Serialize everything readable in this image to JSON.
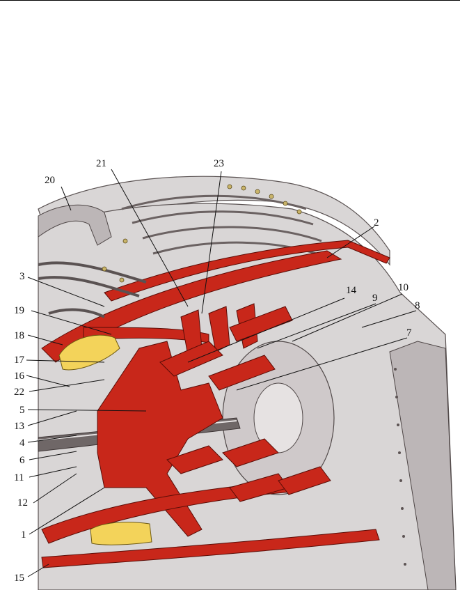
{
  "labels": [
    {
      "id": "1",
      "text": "1"
    },
    {
      "id": "2",
      "text": "2"
    },
    {
      "id": "3",
      "text": "3"
    },
    {
      "id": "4",
      "text": "4"
    },
    {
      "id": "5",
      "text": "5"
    },
    {
      "id": "6",
      "text": "6"
    },
    {
      "id": "7",
      "text": "7"
    },
    {
      "id": "8",
      "text": "8"
    },
    {
      "id": "9",
      "text": "9"
    },
    {
      "id": "10",
      "text": "10"
    },
    {
      "id": "11",
      "text": "11"
    },
    {
      "id": "12",
      "text": "12"
    },
    {
      "id": "13",
      "text": "13"
    },
    {
      "id": "14",
      "text": "14"
    },
    {
      "id": "15",
      "text": "15"
    },
    {
      "id": "16",
      "text": "16"
    },
    {
      "id": "17",
      "text": "17"
    },
    {
      "id": "18",
      "text": "18"
    },
    {
      "id": "19",
      "text": "19"
    },
    {
      "id": "20",
      "text": "20"
    },
    {
      "id": "21",
      "text": "21"
    },
    {
      "id": "22",
      "text": "22"
    },
    {
      "id": "23",
      "text": "23"
    }
  ],
  "colors": {
    "metal": "#d9d6d6",
    "section_red": "#c8271a",
    "burner_yellow": "#f3d35a"
  }
}
